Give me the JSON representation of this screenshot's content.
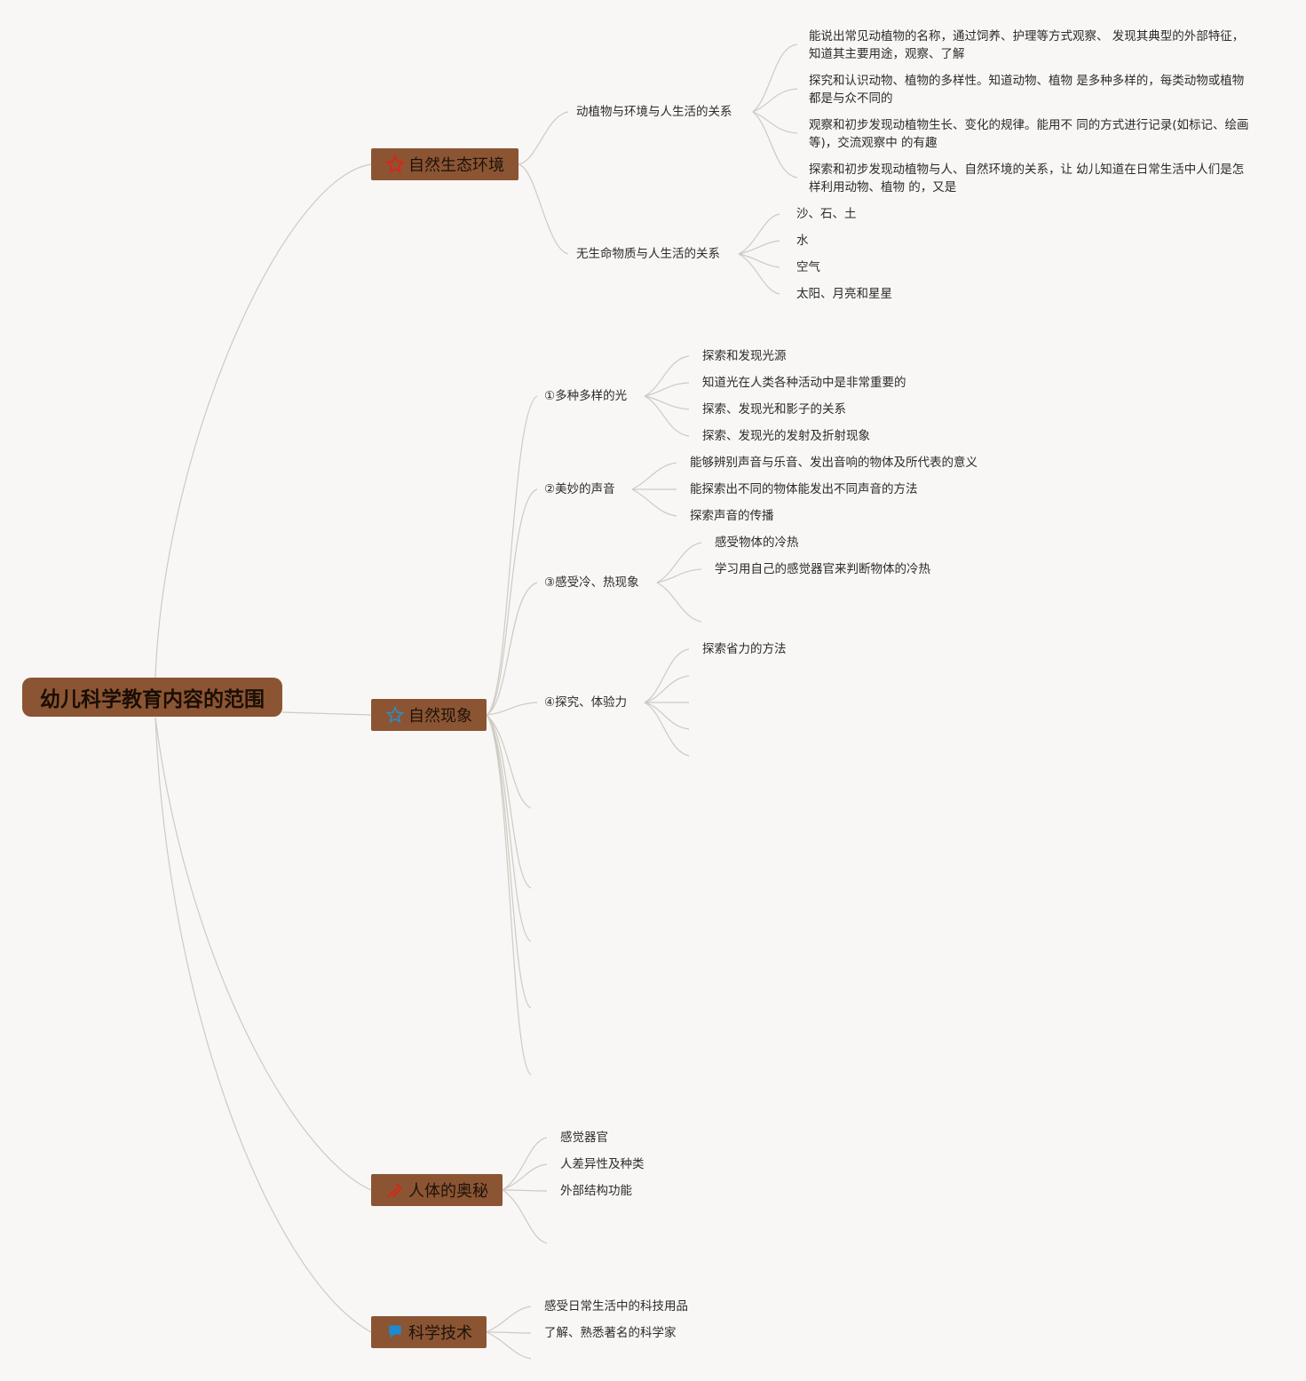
{
  "root": {
    "title": "幼儿科学教育内容的范围"
  },
  "branches": {
    "nature_env": {
      "title": "自然生态环境",
      "icon": "red-star-icon",
      "sub1": {
        "title": "动植物与环境与人生活的关系",
        "items": [
          "能说出常见动植物的名称，通过饲养、护理等方式观察、 发现其典型的外部特征，知道其主要用途，观察、了解",
          "探究和认识动物、植物的多样性。知道动物、植物 是多种多样的，每类动物或植物都是与众不同的",
          "观察和初步发现动植物生长、变化的规律。能用不 同的方式进行记录(如标记、绘画等)，交流观察中 的有趣",
          "探索和初步发现动植物与人、自然环境的关系，让 幼儿知道在日常生活中人们是怎样利用动物、植物 的，又是"
        ]
      },
      "sub2": {
        "title": "无生命物质与人生活的关系",
        "items": [
          "沙、石、土",
          "水",
          "空气",
          "太阳、月亮和星星"
        ]
      }
    },
    "nature_phen": {
      "title": "自然现象",
      "icon": "blue-star-outline-icon",
      "light": {
        "title": "①多种多样的光",
        "items": [
          "探索和发现光源",
          "知道光在人类各种活动中是非常重要的",
          "探索、发现光和影子的关系",
          "探索、发现光的发射及折射现象"
        ]
      },
      "sound": {
        "title": "②美妙的声音",
        "items": [
          "能够辨别声音与乐音、发出音响的物体及所代表的意义",
          "能探索出不同的物体能发出不同声音的方法",
          "探索声音的传播"
        ]
      },
      "heat": {
        "title": "③感受冷、热现象",
        "items": [
          "感受物体的冷热",
          "学习用自己的感觉器官来判断物体的冷热"
        ]
      },
      "force": {
        "title": "④探究、体验力",
        "items": [
          "探索省力的方法"
        ]
      }
    },
    "body": {
      "title": "人体的奥秘",
      "icon": "red-tools-icon",
      "items": [
        "感觉器官",
        "人差异性及种类",
        "外部结构功能"
      ]
    },
    "tech": {
      "title": "科学技术",
      "icon": "blue-flag-icon",
      "items": [
        "感受日常生活中的科技用品",
        "了解、熟悉著名的科学家"
      ]
    }
  }
}
